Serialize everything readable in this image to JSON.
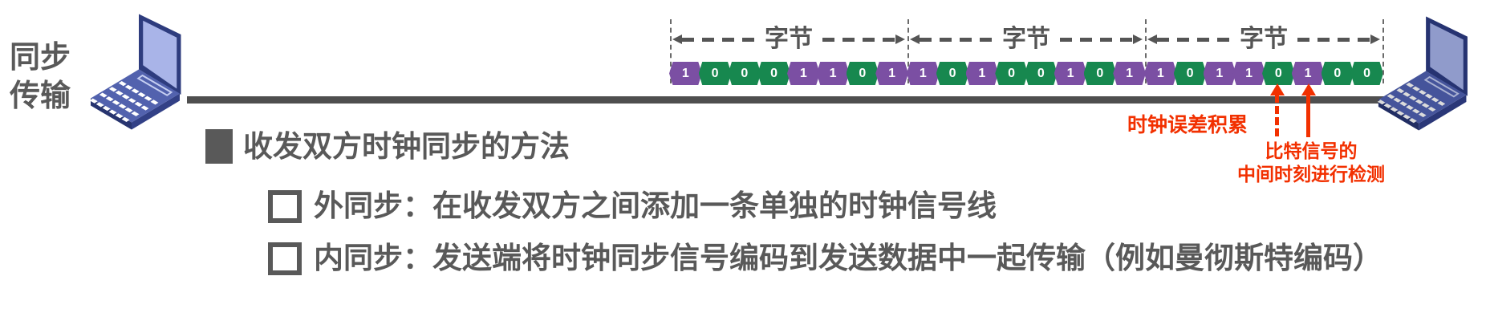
{
  "colors": {
    "bit_one_purple": "#7b4fa3",
    "bit_zero_green": "#17884f",
    "accent_red": "#f23000",
    "text_gray": "#595959",
    "line_gray": "#4f4f4f",
    "guide_gray": "#555555"
  },
  "left_label": {
    "text": "同步\n传输"
  },
  "byte_train": {
    "unit_label": "字节",
    "groups": [
      {
        "bits": [
          "1",
          "0",
          "0",
          "0",
          "1",
          "1",
          "0",
          "1"
        ]
      },
      {
        "bits": [
          "1",
          "0",
          "1",
          "0",
          "0",
          "1",
          "0",
          "1"
        ]
      },
      {
        "bits": [
          "1",
          "0",
          "1",
          "1",
          "0",
          "1",
          "0",
          "0"
        ]
      }
    ]
  },
  "annotations": {
    "clock_error": "时钟误差积累",
    "detect_line1": "比特信号的",
    "detect_line2": "中间时刻进行检测"
  },
  "content": {
    "heading": "收发双方时钟同步的方法",
    "items": [
      {
        "label": "外同步：在收发双方之间添加一条单独的时钟信号线"
      },
      {
        "label": "内同步：发送端将时钟同步信号编码到发送数据中一起传输（例如曼彻斯特编码）"
      }
    ]
  }
}
